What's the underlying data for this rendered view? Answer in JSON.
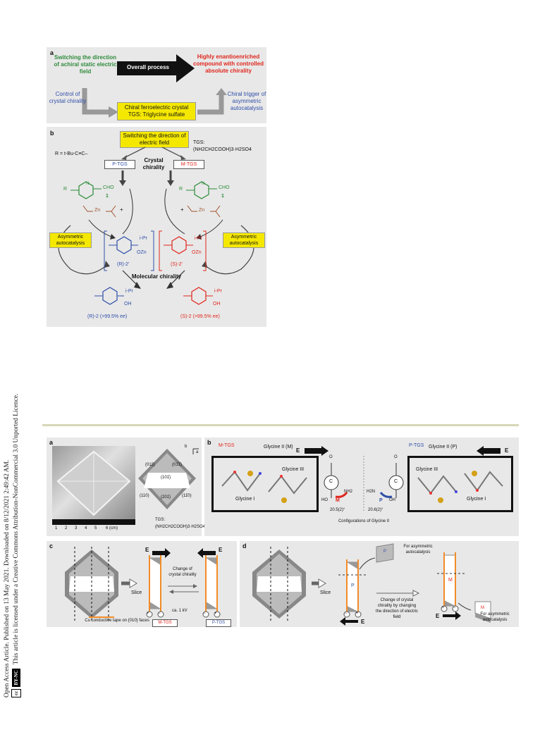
{
  "margin": {
    "line1": "Open Access Article. Published on 13 May 2021. Downloaded on 8/12/2021 2:49:42 AM.",
    "line2": "This article is licensed under a Creative Commons Attribution-NonCommercial 3.0 Unported Licence.",
    "cc_badge": "cc",
    "bync_badge": "BY-NC"
  },
  "fig1": {
    "a": {
      "label": "a",
      "left_title": "Switching the direction of achiral static electric field",
      "overall": "Overall process",
      "right_title": "Highly enantioenriched compound with controlled absolute chirality",
      "control": "Control of crystal chirality",
      "crystal_box": "Chiral ferroelectric crystal TGS: Triglycine sulfate",
      "trigger": "Chiral trigger of asymmetric autocatalysis"
    },
    "b": {
      "label": "b",
      "switch_box": "Switching the direction of electric field",
      "r_def": "R = t-Bu-C≡C–",
      "tgs_def1": "TGS:",
      "tgs_def2": "(NH2CH2COOH)3·H2SO4",
      "p_tgs": "P-TGS",
      "crystal_chirality": "Crystal chirality",
      "m_tgs": "M-TGS",
      "cho": "CHO",
      "one": "1",
      "plus": "+",
      "zn": "Zn",
      "asym_left": "Asymmetric autocatalysis",
      "asym_right": "Asymmetric autocatalysis",
      "ipr": "i-Pr",
      "ozn": "OZn",
      "r2prime": "(R)-2'",
      "s2prime": "(S)-2'",
      "molecular_chirality": "Molecular chirality",
      "oh": "OH",
      "r2": "(R)-2 (>99.5% ee)",
      "s2": "(S)-2 (>99.5% ee)",
      "R": "R",
      "N": "N"
    }
  },
  "fig2": {
    "a": {
      "label": "a",
      "ruler_numbers": [
        "1",
        "2",
        "3",
        "4",
        "5",
        "6 (cm)"
      ],
      "b_axis": "b",
      "a_axis": "a",
      "faces": [
        "(011̄)",
        "(01̄1̄)",
        "(101̄)",
        "(110)",
        "(201̄)",
        "(11̄0)"
      ],
      "tgs1": "TGS:",
      "tgs2": "(NH2CH2COOH)3·H2SO4"
    },
    "b": {
      "label": "b",
      "m_tgs": "M-TGS",
      "p_tgs": "P-TGS",
      "E": "E",
      "glycine_ii_m": "Glycine II (M)",
      "glycine_ii_p": "Glycine II (P)",
      "glycine_iii": "Glycine III",
      "glycine_i": "Glycine I",
      "O": "O",
      "C": "C",
      "HO": "HO",
      "NH2": "NH2",
      "H2N": "H2N",
      "OH": "OH",
      "M": "M",
      "P": "P",
      "angle_m": "20.5(2)°",
      "angle_p": "20.6(2)°",
      "configs": "Configurations of Glycine II"
    },
    "c": {
      "label": "c",
      "E": "E",
      "slice": "Slice",
      "change": "Change of crystal chirality",
      "ca": "ca. 1 kV",
      "cu_tape": "Cu conductive tape on {010} faces",
      "m_tgs": "M-TGS",
      "p_tgs": "P-TGS",
      "plus": "+",
      "minus": "−"
    },
    "d": {
      "label": "d",
      "E": "E",
      "slice": "Slice",
      "P": "P",
      "M": "M",
      "for_asym_top": "For asymmetric autocatalysis",
      "for_asym_bottom": "For asymmetric autocatalysis",
      "change": "Change of crystal chirality by changing the direction of electric field",
      "plus": "+",
      "minus": "−"
    }
  }
}
